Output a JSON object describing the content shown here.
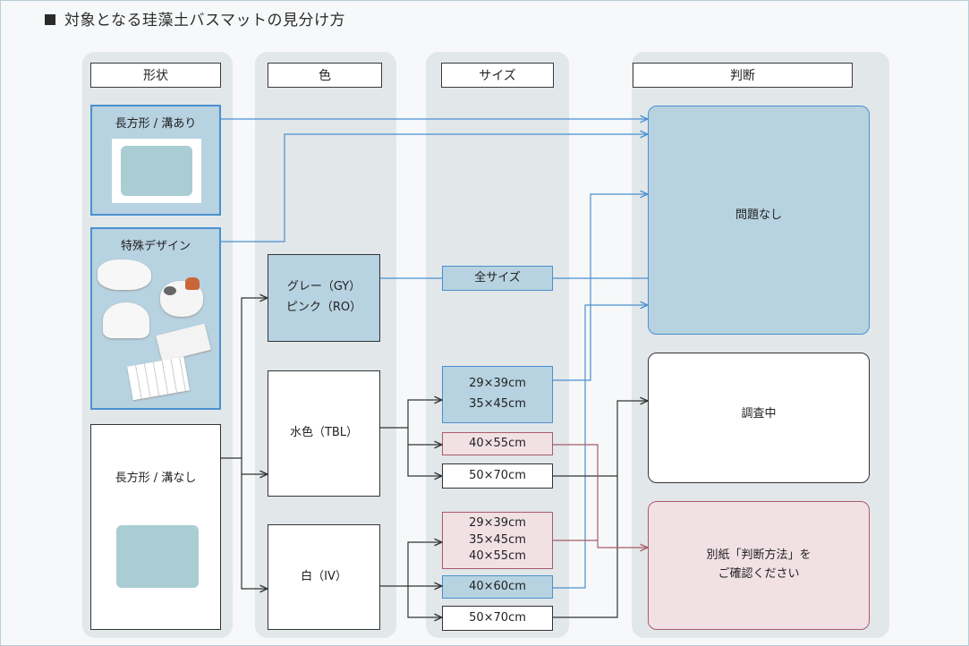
{
  "title": "対象となる珪藻土バスマットの見分け方",
  "headers": {
    "shape": "形状",
    "color": "色",
    "size": "サイズ",
    "judgment": "判断"
  },
  "shapes": {
    "rect_groove": "長方形 / 溝あり",
    "special": "特殊デザイン",
    "rect_nogroove": "長方形 / 溝なし"
  },
  "colors": {
    "gray": "グレー（GY）",
    "pink": "ピンク（RO）",
    "aqua": "水色（TBL）",
    "white": "白（IV）"
  },
  "sizes": {
    "all": "全サイズ",
    "aqua_blue": [
      "29×39cm",
      "35×45cm"
    ],
    "aqua_pink": "40×55cm",
    "aqua_white": "50×70cm",
    "white_pink": [
      "29×39cm",
      "35×45cm",
      "40×55cm"
    ],
    "white_blue": "40×60cm",
    "white_white": "50×70cm"
  },
  "judgments": {
    "ok": "問題なし",
    "investigating": "調査中",
    "see_sheet": [
      "別紙「判断方法」を",
      "ご確認ください"
    ]
  },
  "colors_hex": {
    "blue_fill": "#b7d2e0",
    "blue_stroke": "#4a90d0",
    "pink_fill": "#f1e1e5",
    "pink_stroke": "#a85c6a",
    "black": "#333333"
  }
}
